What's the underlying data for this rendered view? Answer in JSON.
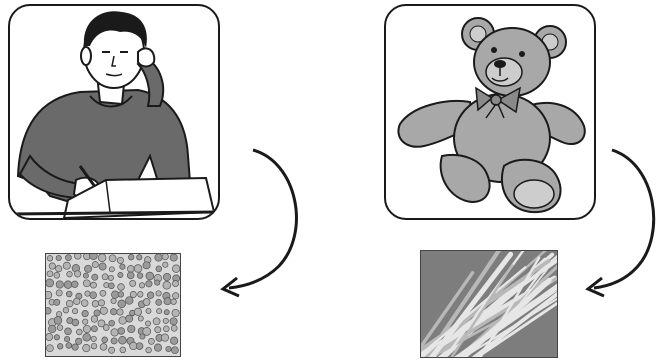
{
  "panels": [
    {
      "id": "student",
      "source": "student-writing-illustration",
      "magnified": "blood-cell-micrograph"
    },
    {
      "id": "teddy",
      "source": "teddy-bear-illustration",
      "magnified": "fiber-micrograph"
    }
  ],
  "colors": {
    "ink": "#1a1a1a",
    "shirt": "#6a6a6a",
    "bear": "#a8a8a8",
    "bear_light": "#cdcdcd",
    "cells_bg": "#d9d9d9",
    "fibers_bg": "#7d7d7d"
  }
}
